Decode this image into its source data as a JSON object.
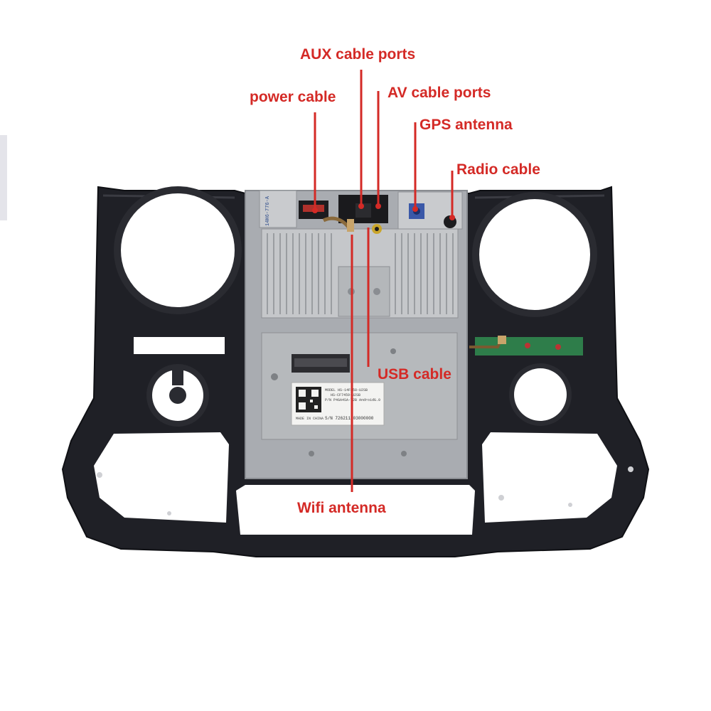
{
  "callouts": {
    "aux": "AUX cable ports",
    "power": "power cable",
    "av": "AV cable ports",
    "gps": "GPS antenna",
    "radio": "Radio cable",
    "usb": "USB cable",
    "wifi": "Wifi antenna"
  },
  "sticker": {
    "model": "MODEL  HS-14F458-U2SB",
    "line2": "HS-CF7459-U2SB",
    "line3": "P/N  P4GA4SA-T2B  AndroidG.0",
    "made": "MADE IN CHINA",
    "sn": "S/N 726211103000000"
  },
  "small_label": "14H6-776-A",
  "colors": {
    "callout_red": "#d42a26",
    "frame": "#1f2026",
    "metal": "#b9bcc0",
    "board_green": "#2e7d4a"
  }
}
